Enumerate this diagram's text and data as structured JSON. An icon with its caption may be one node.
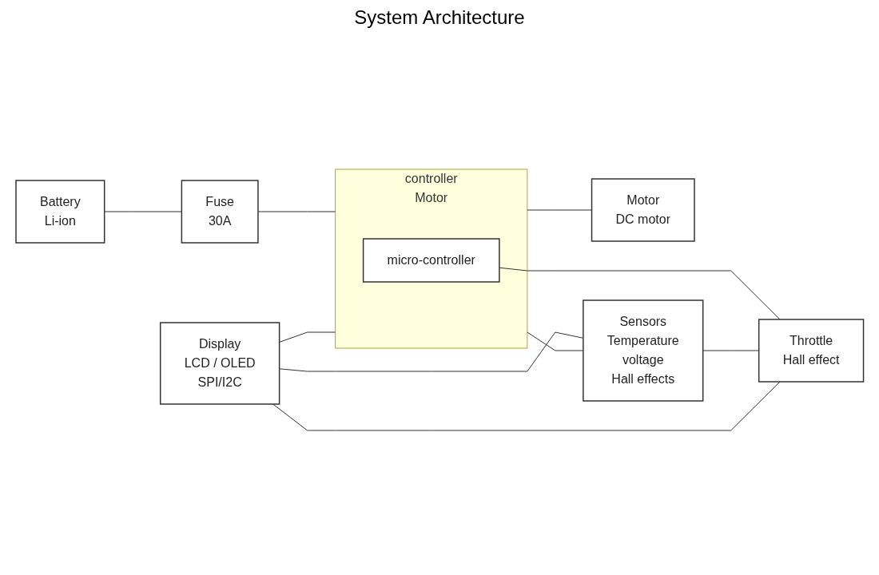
{
  "diagram": {
    "title": "System Architecture",
    "nodes": [
      {
        "text": [
          "Battery",
          "Li-ion"
        ]
      },
      {
        "text": [
          "Fuse",
          "30A"
        ]
      },
      {
        "text": [
          "controller",
          "Motor"
        ]
      },
      {
        "text": [
          "micro-controller"
        ],
        "in": 2
      },
      {
        "text": [
          "Motor",
          "DC motor"
        ]
      },
      {
        "text": [
          "Display",
          "LCD / OLED",
          "SPI/I2C"
        ]
      },
      {
        "text": [
          "Sensors",
          "Temperature",
          "voltage",
          "Hall effects"
        ]
      },
      {
        "text": [
          "Throttle",
          "Hall effect"
        ]
      }
    ],
    "edges": [
      {
        "from": 0,
        "to": 1,
        "arrow": "none"
      },
      {
        "from": 1,
        "to": 2,
        "arrow": "none"
      },
      {
        "from": 2,
        "to": 4,
        "arrow": "none"
      },
      {
        "from": 5,
        "to": 2,
        "arrow": "none"
      },
      {
        "from": 5,
        "to": 6,
        "arrow": "none"
      },
      {
        "from": 2,
        "to": 6,
        "arrow": "none"
      },
      {
        "from": 3,
        "to": 7,
        "arrow": "none"
      },
      {
        "from": 6,
        "to": 7,
        "arrow": "none"
      },
      {
        "from": 5,
        "to": 7,
        "arrow": "none"
      }
    ]
  }
}
